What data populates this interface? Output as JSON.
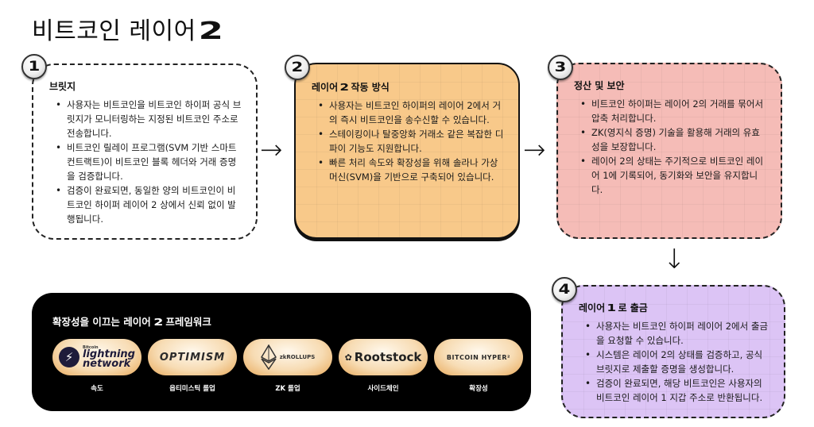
{
  "title": {
    "text": "비트코인 레이어",
    "number": "2"
  },
  "steps": [
    {
      "number": "1",
      "title": "브릿지",
      "style": {
        "bg": "#ffffff",
        "border": "dashed"
      },
      "bullets": [
        "사용자는 비트코인을 비트코인 하이퍼 공식 브릿지가 모니터링하는 지정된 비트코인 주소로 전송합니다.",
        "비트코인 릴레이 프로그램(SVM 기반 스마트 컨트랙트)이 비트코인 블록 헤더와 거래 증명을 검증합니다.",
        "검증이 완료되면, 동일한 양의 비트코인이 비트코인 하이퍼 레이어 2 상에서 신뢰 없이 발행됩니다."
      ]
    },
    {
      "number": "2",
      "title_pre": "레이어",
      "title_num": "2",
      "title_post": "작동 방식",
      "style": {
        "bg": "#f8c98a",
        "border": "solid"
      },
      "bullets": [
        "사용자는 비트코인 하이퍼의 레이어 2에서 거의 즉시 비트코인을 송수신할 수 있습니다.",
        "스테이킹이나 탈중앙화 거래소 같은 복잡한 디파이 기능도 지원합니다.",
        "빠른 처리 속도와 확장성을 위해 솔라나 가상머신(SVM)을 기반으로 구축되어 있습니다."
      ]
    },
    {
      "number": "3",
      "title": "정산 및 보안",
      "style": {
        "bg": "#f5bcb7",
        "border": "dashed"
      },
      "bullets": [
        "비트코인 하이퍼는 레이어 2의 거래를 묶어서 압축 처리합니다.",
        "ZK(영지식 증명) 기술을 활용해 거래의 유효성을 보장합니다.",
        "레이어 2의 상태는 주기적으로 비트코인 레이어 1에 기록되어, 동기화와 보안을 유지합니다."
      ]
    },
    {
      "number": "4",
      "title_pre": "레이어",
      "title_num": "1",
      "title_post": "로 출금",
      "style": {
        "bg": "#dcc4f5",
        "border": "dashed"
      },
      "bullets": [
        "사용자는 비트코인 하이퍼 레이어 2에서 출금을 요청할 수 있습니다.",
        "시스템은 레이어 2의 상태를 검증하고, 공식 브릿지로 제출할 증명을 생성합니다.",
        "검증이 완료되면, 해당 비트코인은 사용자의 비트코인 레이어 1 지갑 주소로 반환됩니다."
      ]
    }
  ],
  "arrows": {
    "right": "→",
    "down": "↓"
  },
  "frameworks": {
    "title_pre": "확장성을 이끄는 레이어",
    "title_num": "2",
    "title_post": "프레임워크",
    "items": [
      {
        "logo": "lightning network",
        "logo_small": "Bitcoin",
        "logo_line1": "lightning",
        "logo_line2": "network",
        "icon": "lightning-bolt-icon",
        "label": "속도"
      },
      {
        "logo": "OPTIMISM",
        "label": "옵티미스틱 롤업"
      },
      {
        "logo": "zkROLLUPS",
        "icon": "ethereum-icon",
        "label": "ZK 롤업"
      },
      {
        "logo": "Rootstock",
        "icon": "rootstock-icon",
        "label": "사이드체인"
      },
      {
        "logo": "BITCOIN HYPER²",
        "label": "확장성"
      }
    ]
  },
  "colors": {
    "step2_bg": "#f8c98a",
    "step3_bg": "#f5bcb7",
    "step4_bg": "#dcc4f5",
    "panel_bg": "#000000"
  }
}
